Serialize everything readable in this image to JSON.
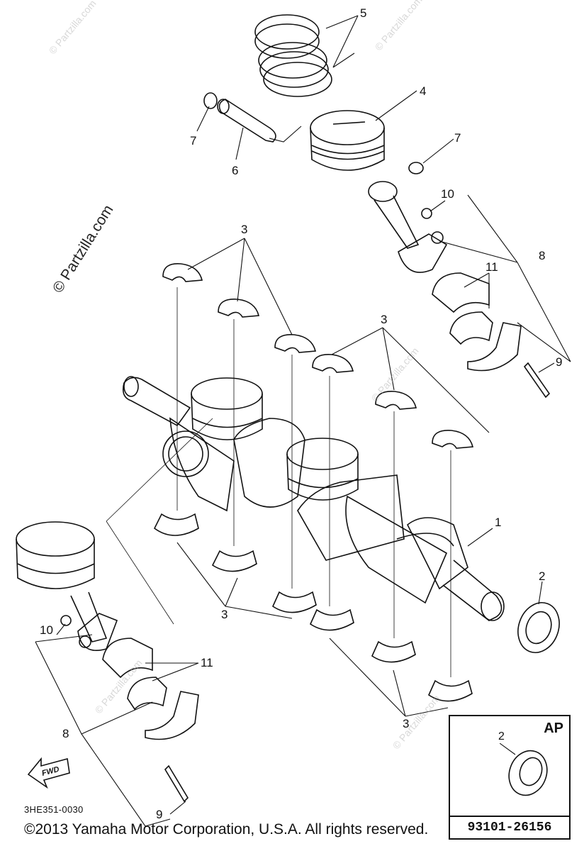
{
  "callouts": {
    "c1": "1",
    "c2": "2",
    "c3": "3",
    "c4": "4",
    "c5": "5",
    "c6": "6",
    "c7": "7",
    "c8": "8",
    "c9": "9",
    "c10": "10",
    "c11": "11"
  },
  "watermark": "© Partzilla.com",
  "drawing_code": "3HE351-0030",
  "copyright": "©2013  Yamaha Motor Corporation, U.S.A. All rights reserved.",
  "ap_box": {
    "label": "AP",
    "callout": "2",
    "part_number": "93101-26156"
  },
  "fwd_label": "FWD"
}
